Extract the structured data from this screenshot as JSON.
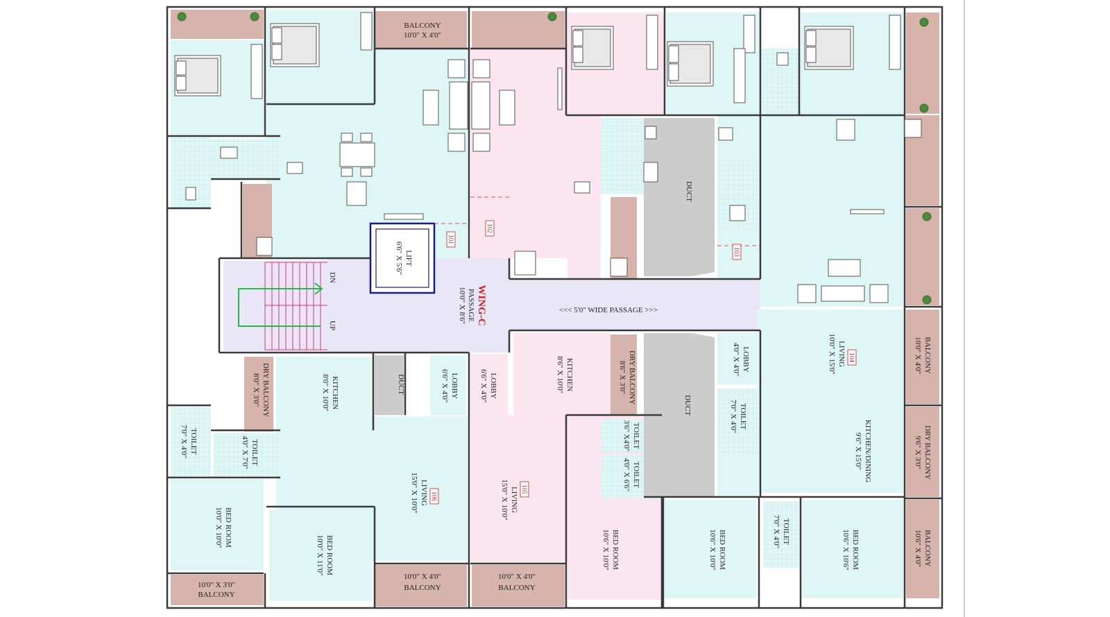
{
  "title": {
    "wing": "WING-C"
  },
  "colors": {
    "cyan": "#dff6f6",
    "pink": "#fbe6f0",
    "brown": "#d6b4ab",
    "duct": "#cccccc",
    "passage": "#e9e7f7",
    "accent": "#cc2222",
    "lift": "#1a1a8a",
    "stair": "#e0307a",
    "arrow": "#22bb44"
  },
  "units": [
    "101",
    "102",
    "103",
    "104",
    "105",
    "106"
  ],
  "labels": {
    "balcony_top_name": "BALCONY",
    "balcony_top_dim": "10'0\" X 4'0\"",
    "lift_name": "LIFT",
    "lift_dim": "6'6\" X 5'6\"",
    "passage_name": "PASSAGE",
    "passage_dim": "10'0\" X 8'6\"",
    "wide_passage": "<<< 5'0\" WIDE PASSAGE >>>",
    "duct": "DUCT",
    "stair_dn": "DN",
    "stair_up": "UP",
    "dry_balcony": "DRY BALCONY",
    "dry_balcony_a_dim": "8'0\" X 3'0\"",
    "dry_balcony_b_dim": "8'6\" X 3'0\"",
    "dry_balcony_c_dim": "9'6\" X 3'0\"",
    "kitchen": "KITCHEN",
    "kitchen_a_dim": "8'0\" X 10'0\"",
    "kitchen_b_dim": "8'6\" X 10'0\"",
    "kitchen_dining": "KITCHEN/DINING",
    "kitchen_dining_dim": "9'6\" X 15'0\"",
    "lobby": "LOBBY",
    "lobby_a_dim": "6'6\" X 4'0\"",
    "lobby_b_dim": "4'0\" X 4'0\"",
    "living": "LIVING",
    "living_a_dim": "15'0\" X 10'0\"",
    "living_b_dim": "10'0\" X 15'0\"",
    "toilet": "TOILET",
    "toilet_a_dim": "7'0\" X 4'0\"",
    "toilet_b_dim": "4'0\" X 7'0\"",
    "toilet_c_dim": "3'6\" X4'0\"",
    "toilet_d_dim": "4'0\" X 6'6\"",
    "toilet_e_dim": "7'0\" X 4'0\"",
    "bedroom": "BED ROOM",
    "bedroom_a_dim": "10'0\" X 10'0\"",
    "bedroom_b_dim": "10'0\" X 11'0\"",
    "bedroom_c_dim": "10'6\" X 10'0\"",
    "bedroom_d_dim": "10'6\" X 10'6\"",
    "balcony": "BALCONY",
    "balcony_a_dim": "10'0\" X 3'0\"",
    "balcony_b_dim": "10'0\" X 4'0\"",
    "balcony_c_dim": "10'6\" X 4'0\""
  }
}
